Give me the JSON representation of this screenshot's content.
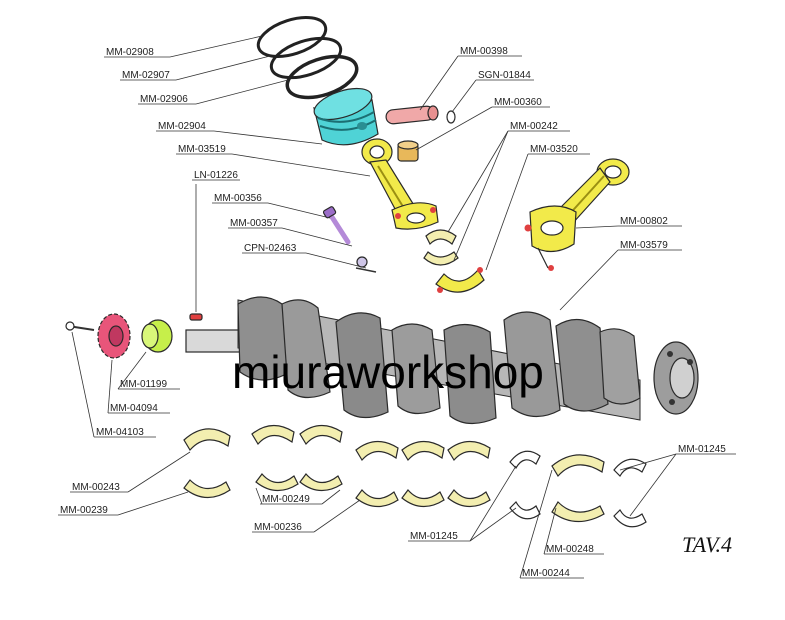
{
  "diagram": {
    "watermark": "miuraworkshop",
    "plate_label": "TAV.4",
    "colors": {
      "piston": "#4fd3d6",
      "yellow": "#f2ea4a",
      "bearing": "#f3eeb0",
      "gear": "#e8557a",
      "bushing": "#c6ef4a",
      "pin": "#f0a8a8",
      "bolt": "#b48ad8",
      "rod_red": "#e04040"
    },
    "labels": {
      "mm02908": "MM-02908",
      "mm02907": "MM-02907",
      "mm02906": "MM-02906",
      "mm02904": "MM-02904",
      "mm03519": "MM-03519",
      "ln01226": "LN-01226",
      "mm00356": "MM-00356",
      "mm00357": "MM-00357",
      "cpn02463": "CPN-02463",
      "mm00398": "MM-00398",
      "sgn01844": "SGN-01844",
      "mm00360": "MM-00360",
      "mm00242": "MM-00242",
      "mm03520": "MM-03520",
      "mm00802": "MM-00802",
      "mm03579": "MM-03579",
      "mm01199": "MM-01199",
      "mm04094": "MM-04094",
      "mm04103": "MM-04103",
      "mm00243": "MM-00243",
      "mm00239": "MM-00239",
      "mm00249": "MM-00249",
      "mm00236": "MM-00236",
      "mm01245a": "MM-01245",
      "mm01245b": "MM-01245",
      "mm00248": "MM-00248",
      "mm00244": "MM-00244"
    }
  }
}
